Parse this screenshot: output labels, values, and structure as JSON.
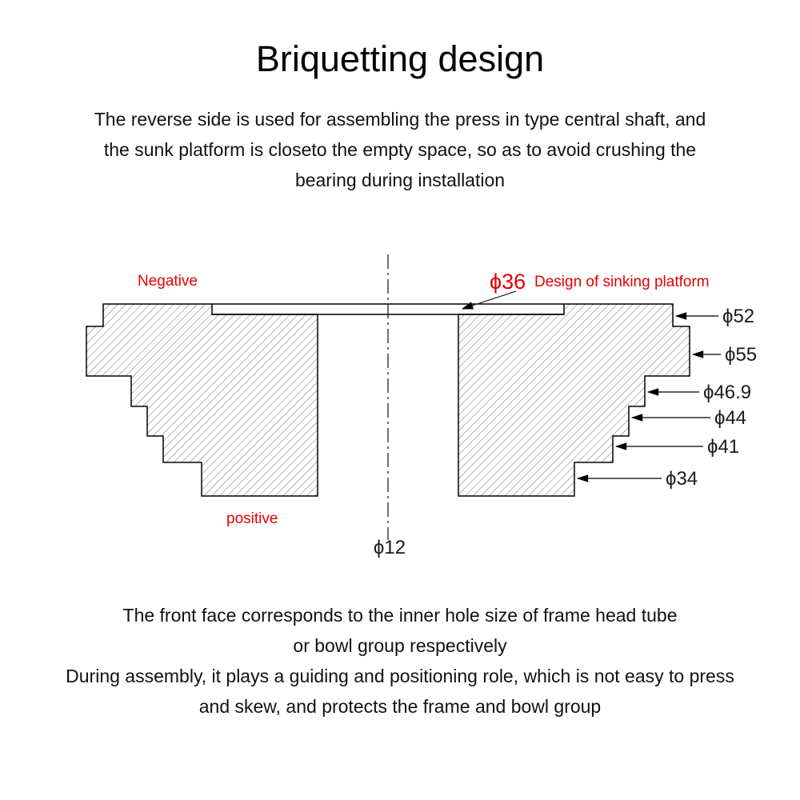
{
  "title": "Briquetting design",
  "intro_lines": [
    "The reverse side is used for assembling the press in type central shaft, and",
    "the sunk platform is closeto the empty space, so as to avoid crushing the",
    "bearing during installation"
  ],
  "diagram": {
    "negative_label": "Negative",
    "positive_label": "positive",
    "platform_dim": "ϕ36",
    "platform_note": "Design of sinking platform",
    "center_dim": "ϕ12",
    "dims": [
      "ϕ52",
      "ϕ55",
      "ϕ46.9",
      "ϕ44",
      "ϕ41",
      "ϕ34"
    ],
    "colors": {
      "accent_red": "#e60000",
      "outline": "#000000",
      "hatch": "#6e6e6e"
    }
  },
  "outro_lines": [
    "The front face corresponds to the inner hole size of frame head tube",
    "or bowl group respectively",
    "During assembly, it plays a guiding and positioning role, which is not easy to press",
    "and skew, and protects the frame and bowl group"
  ]
}
